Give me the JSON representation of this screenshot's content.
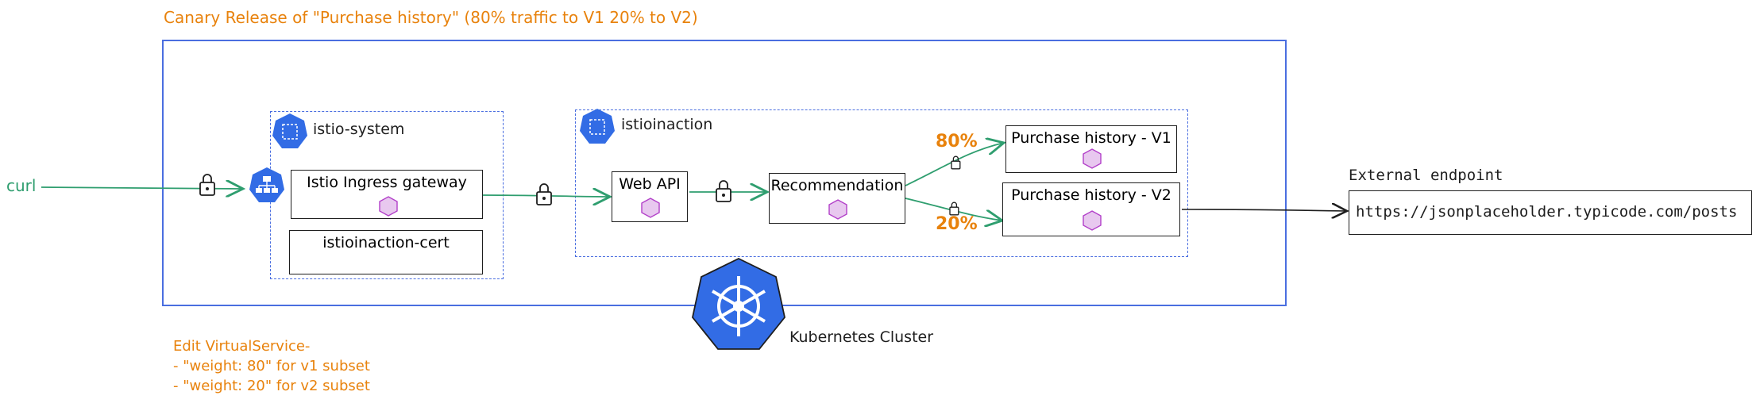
{
  "title": "Canary Release of \"Purchase history\" (80% traffic to V1 20% to V2)",
  "client_label": "curl",
  "cluster_label": "Kubernetes Cluster",
  "namespaces": {
    "istio_system": "istio-system",
    "istioinaction": "istioinaction"
  },
  "components": {
    "ingress_gateway": "Istio Ingress gateway",
    "cert": "istioinaction-cert",
    "web_api": "Web API",
    "recommendation": "Recommendation",
    "purchase_v1": "Purchase history - V1",
    "purchase_v2": "Purchase history - V2"
  },
  "traffic": {
    "v1_weight": "80%",
    "v2_weight": "20%"
  },
  "external": {
    "heading": "External endpoint",
    "url": "https://jsonplaceholder.typicode.com/posts"
  },
  "notes": [
    "Edit VirtualService-",
    "- \"weight: 80\" for v1 subset",
    "- \"weight: 20\" for v2 subset"
  ],
  "colors": {
    "accent_orange": "#e8820c",
    "arrow_green": "#2f9e6f",
    "k8s_blue": "#326ce5",
    "dashed_blue": "#4a6ee0",
    "pod_purple": "#b23fc9"
  },
  "icons": [
    "lock-icon",
    "k8s-namespace-icon",
    "k8s-service-icon",
    "k8s-pod-icon",
    "k8s-secret-icon",
    "k8s-helm-wheel-icon"
  ]
}
